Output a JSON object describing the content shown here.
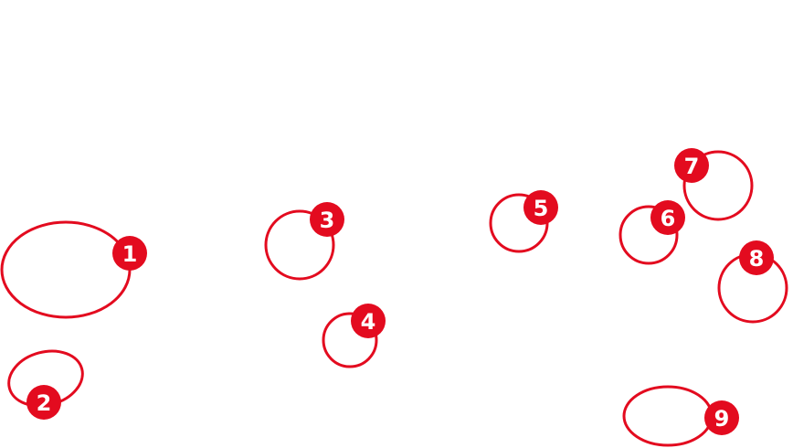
{
  "accent_color": "#e30b1f",
  "callouts": [
    {
      "label": "1"
    },
    {
      "label": "2"
    },
    {
      "label": "3"
    },
    {
      "label": "4"
    },
    {
      "label": "5"
    },
    {
      "label": "6"
    },
    {
      "label": "7"
    },
    {
      "label": "8"
    },
    {
      "label": "9"
    }
  ]
}
